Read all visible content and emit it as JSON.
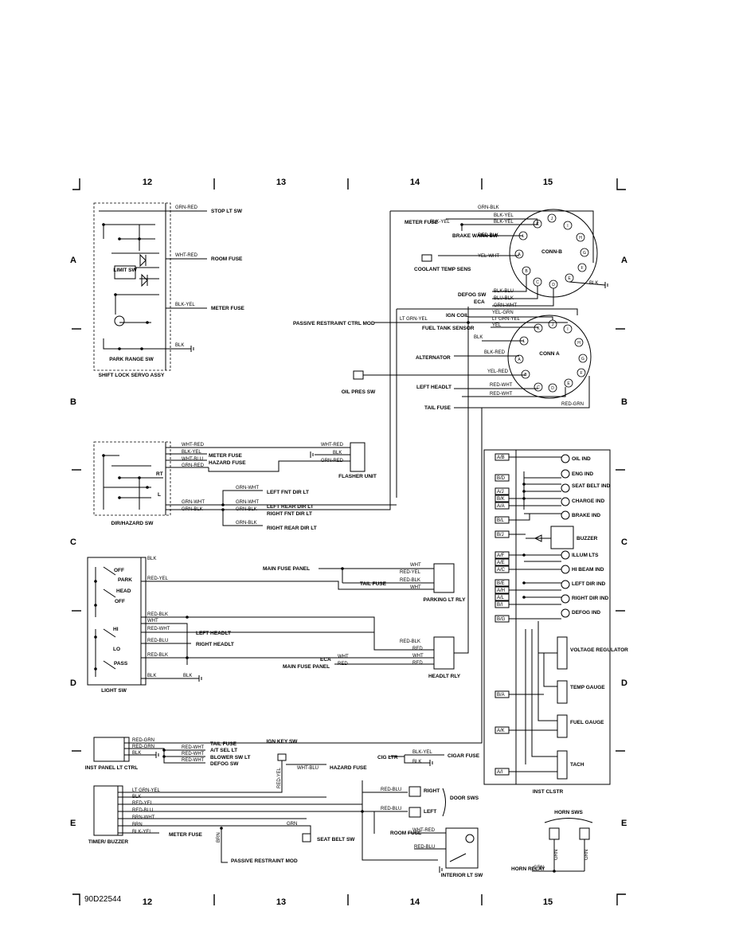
{
  "grid": {
    "columns": [
      "12",
      "13",
      "14",
      "15"
    ],
    "rows": [
      "A",
      "B",
      "C",
      "D",
      "E"
    ]
  },
  "drawing_code": "90D22544",
  "shift_lock": {
    "title": "SHIFT LOCK SERVO ASSY",
    "limit_sw": "LIMIT SW",
    "park_range_sw": "PARK RANGE SW",
    "wires": [
      "GRN-RED",
      "WHT-RED",
      "BLK-YEL",
      "BLK"
    ],
    "dest": [
      "STOP LT SW",
      "ROOM FUSE",
      "METER FUSE"
    ]
  },
  "conn_b": {
    "name": "CONN-B",
    "pins": [
      "K",
      "J",
      "I",
      "H",
      "G",
      "F",
      "E",
      "D",
      "C",
      "B",
      "A",
      "L"
    ],
    "labels": [
      "METER FUSE",
      "BRAKE WARN SW",
      "COOLANT TEMP SENS",
      "DEFOG SW",
      "ECA"
    ],
    "wires": [
      "GRN-BLK",
      "BLK-YEL",
      "BLK-YEL",
      "BLK-YEL",
      "RED-BLK",
      "YEL-WHT",
      "BLK-BLU",
      "BLU-BLK",
      "GRN-WHT",
      "BLK"
    ]
  },
  "conn_a": {
    "name": "CONN A",
    "pins": [
      "K",
      "J",
      "I",
      "H",
      "G",
      "F",
      "E",
      "D",
      "C",
      "B",
      "A",
      "L"
    ],
    "labels": [
      "PASSIVE RESTRAINT CTRL MOD",
      "IGN COIL",
      "FUEL TANK SENSOR",
      "ALTERNATOR",
      "LEFT HEADLT",
      "TAIL FUSE",
      "OIL PRES SW"
    ],
    "wires": [
      "LT GRN-YEL",
      "YEL-GRN",
      "LT GRN-YEL",
      "YEL",
      "BLK",
      "BLK-RED",
      "YEL-RED",
      "RED-WHT",
      "RED-WHT",
      "RED-GRN"
    ]
  },
  "dir_hazard": {
    "title": "DIR/HAZARD SW",
    "wires": [
      "WHT-RED",
      "BLK-YEL",
      "WHT-BLU",
      "GRN-RED",
      "GRN-WHT",
      "GRN-BLK"
    ],
    "dest": [
      "METER FUSE",
      "HAZARD FUSE",
      "LEFT FNT DIR LT",
      "LEFT REAR DIR LT",
      "RIGHT FNT DIR LT",
      "RIGHT REAR DIR LT"
    ],
    "positions": [
      "RT",
      "L"
    ]
  },
  "flasher": {
    "title": "FLASHER UNIT",
    "wires": [
      "WHT-RED",
      "BLK",
      "GRN-RED"
    ]
  },
  "light_sw": {
    "title": "LIGHT SW",
    "positions": [
      "OFF",
      "PARK",
      "HEAD",
      "OFF",
      "HI",
      "LO",
      "PASS"
    ],
    "wires": [
      "BLK",
      "RED-YEL",
      "RED-BLK",
      "WHT",
      "RED-WHT",
      "RED-BLU",
      "RED-BLK",
      "BLK",
      "BLK"
    ],
    "dest": [
      "MAIN FUSE PANEL",
      "TAIL FUSE",
      "LEFT HEADLT",
      "RIGHT HEADLT",
      "ECA",
      "MAIN FUSE PANEL"
    ]
  },
  "parking_rly": {
    "title": "PARKING LT RLY",
    "wires": [
      "WHT",
      "RED-YEL",
      "RED-BLK",
      "WHT"
    ]
  },
  "headlt_rly": {
    "title": "HEADLT RLY",
    "wires": [
      "RED-BLK",
      "RED",
      "WHT",
      "RED",
      "WHT",
      "RED"
    ]
  },
  "inst_clstr": {
    "title": "INST CLSTR",
    "pins": [
      "A/B",
      "B/D",
      "A/J",
      "B/K",
      "A/A",
      "B/L",
      "B/J",
      "A/F",
      "A/E",
      "A/C",
      "B/E",
      "A/H",
      "A/L",
      "B/I",
      "B/G",
      "B/A",
      "A/K",
      "A/I"
    ],
    "items": [
      "OIL IND",
      "ENG IND",
      "SEAT BELT IND",
      "CHARGE IND",
      "BRAKE IND",
      "BUZZER",
      "ILLUM LTS",
      "HI BEAM IND",
      "LEFT DIR IND",
      "RIGHT DIR IND",
      "DEFOG IND",
      "VOLTAGE REGULATOR",
      "TEMP GAUGE",
      "FUEL GAUGE",
      "TACH"
    ]
  },
  "inst_panel_lt_ctrl": {
    "title": "INST PANEL LT CTRL",
    "wires": [
      "RED-GRN",
      "RED-GRN",
      "BLK",
      "RED-WHT",
      "RED-WHT",
      "RED-WHT"
    ],
    "dest": [
      "TAIL FUSE",
      "A/T SEL LT",
      "BLOWER SW LT",
      "DEFOG SW"
    ]
  },
  "ign_key": {
    "title": "IGN KEY SW",
    "wires": [
      "RED-YEL",
      "WHT-BLU"
    ],
    "dest": [
      "HAZARD FUSE"
    ]
  },
  "cig_ltr": {
    "title": "CIG LTR",
    "wires": [
      "BLK-YEL",
      "BLK"
    ],
    "dest": [
      "CIGAR FUSE"
    ]
  },
  "timer": {
    "title": "TIMER/ BUZZER",
    "wires": [
      "LT GRN-YEL",
      "BLK",
      "RED-YEL",
      "RED-BLU",
      "BRN-WHT",
      "BRN",
      "BLK-YEL",
      "GRN",
      "BRN"
    ],
    "dest": [
      "METER FUSE",
      "PASSIVE RESTRAINT MOD",
      "SEAT BELT SW"
    ]
  },
  "door": {
    "title": "DOOR SWS",
    "sides": [
      "RIGHT",
      "LEFT"
    ],
    "wires": [
      "RED-BLU",
      "RED-BLU",
      "WHT-RED",
      "RED-BLU"
    ],
    "dest": [
      "ROOM FUSE"
    ]
  },
  "interior_lt": {
    "title": "INTERIOR LT SW"
  },
  "horn": {
    "title": "HORN SWS",
    "relay": "HORN RELAY",
    "wires": [
      "GRN",
      "GRN",
      "GRN"
    ]
  }
}
